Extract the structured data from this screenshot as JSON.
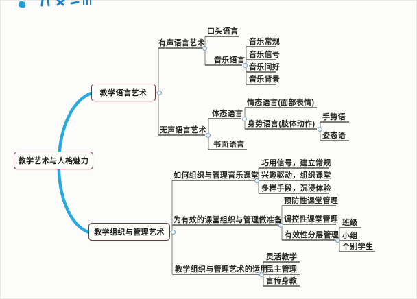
{
  "logo": {
    "icon": "clipped-blue-logo-fragment"
  },
  "colors": {
    "main_branch_curve": "#2ba8dd",
    "box_border": "#6e3b3d",
    "underline": "#55544d",
    "connector": "#8f8f86",
    "toggle_fill": "#e8f3fa",
    "toggle_stroke": "#84a2b2",
    "logo_blue": "#1d80c9"
  },
  "mindmap": {
    "root": {
      "label": "教学艺术与人格魅力"
    },
    "branches": [
      {
        "label": "教学语言艺术",
        "children": [
          {
            "label": "有声语言艺术",
            "children": [
              {
                "label": "口头语言"
              },
              {
                "label": "音乐语言",
                "children": [
                  {
                    "label": "音乐常规"
                  },
                  {
                    "label": "音乐信号"
                  },
                  {
                    "label": "音乐问好"
                  },
                  {
                    "label": "音乐背景"
                  }
                ]
              }
            ]
          },
          {
            "label": "无声语言艺术",
            "children": [
              {
                "label": "体态语言",
                "children": [
                  {
                    "label": "情态语言(面部表情)"
                  },
                  {
                    "label": "身势语言(肢体动作)",
                    "children": [
                      {
                        "label": "手势语"
                      },
                      {
                        "label": "姿态语"
                      }
                    ]
                  }
                ]
              },
              {
                "label": "书面语言"
              }
            ]
          }
        ]
      },
      {
        "label": "教学组织与管理艺术",
        "children": [
          {
            "label": "如何组织与管理音乐课堂",
            "children": [
              {
                "label": "巧用信号，建立常规"
              },
              {
                "label": "兴趣驱动，组织课堂"
              },
              {
                "label": "多样手段，沉浸体验"
              }
            ]
          },
          {
            "label": "为有效的课堂组织与管理做准备",
            "children": [
              {
                "label": "预防性课堂管理"
              },
              {
                "label": "调控性课堂管理"
              },
              {
                "label": "有效性分层管理",
                "children": [
                  {
                    "label": "班级"
                  },
                  {
                    "label": "小组"
                  },
                  {
                    "label": "个别学生"
                  }
                ]
              }
            ]
          },
          {
            "label": "教学组织与管理艺术的运用",
            "children": [
              {
                "label": "灵活教学"
              },
              {
                "label": "民主管理"
              },
              {
                "label": "言传身教"
              }
            ]
          }
        ]
      }
    ]
  }
}
